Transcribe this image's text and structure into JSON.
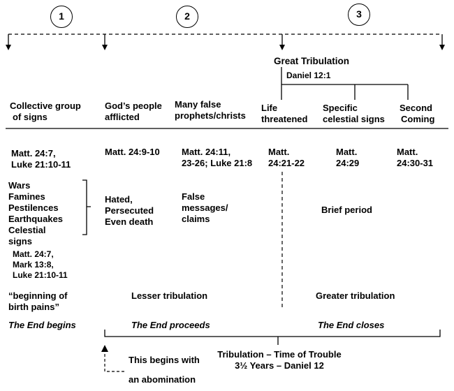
{
  "phases": [
    "1",
    "2",
    "3"
  ],
  "great_tribulation": {
    "title": "Great Tribulation",
    "reference": "Daniel 12:1"
  },
  "headers": {
    "collective": [
      "Collective group",
      "of signs"
    ],
    "afflicted": [
      "God’s people",
      "afflicted"
    ],
    "false_prophets": [
      "Many false",
      "prophets/christs"
    ],
    "life": [
      "Life",
      "threatened"
    ],
    "celestial": [
      "Specific",
      "celestial signs"
    ],
    "coming": [
      "Second",
      "Coming"
    ]
  },
  "references": {
    "collective": [
      "Matt. 24:7,",
      "Luke 21:10-11"
    ],
    "afflicted": [
      "Matt. 24:9-10"
    ],
    "false_prophets": [
      "Matt. 24:11,",
      "23-26; Luke 21:8"
    ],
    "life": [
      "Matt.",
      "24:21-22"
    ],
    "celestial": [
      "Matt.",
      "24:29"
    ],
    "coming": [
      "Matt.",
      "24:30-31"
    ]
  },
  "signs": [
    "Wars",
    "Famines",
    "Pestilences",
    "Earthquakes",
    "Celestial",
    "signs"
  ],
  "signs_references": [
    "Matt. 24:7,",
    "Mark 13:8,",
    "Luke 21:10-11"
  ],
  "afflicted_details": [
    "Hated,",
    "Persecuted",
    "Even death"
  ],
  "false_details": [
    "False",
    "messages/",
    "claims"
  ],
  "brief_period": "Brief period",
  "birth_pains": [
    "“beginning of",
    "birth pains”"
  ],
  "lesser_tribulation": "Lesser tribulation",
  "greater_tribulation": "Greater tribulation",
  "end_stages": {
    "begins": "The End begins",
    "proceeds": "The End proceeds",
    "closes": "The End closes"
  },
  "abomination_note": [
    "This begins with",
    "an abomination"
  ],
  "tribulation_summary": [
    "Tribulation – Time of Trouble",
    "3½ Years – Daniel 12"
  ]
}
